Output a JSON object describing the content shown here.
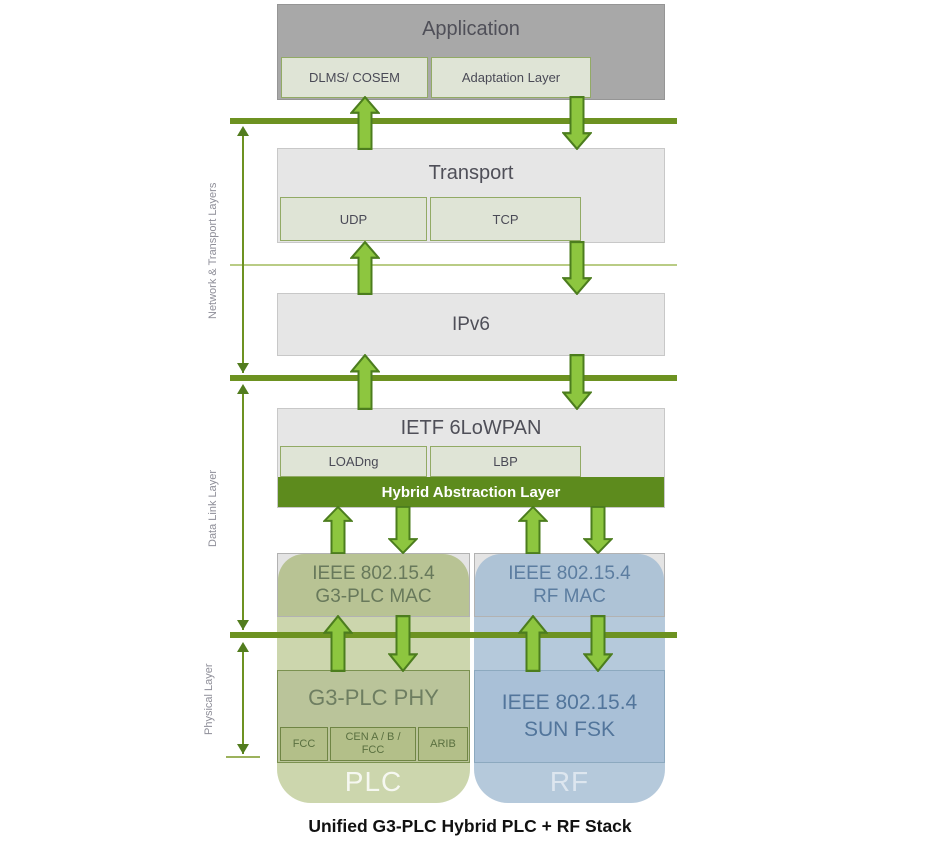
{
  "caption": "Unified G3-PLC Hybrid PLC + RF Stack",
  "colors": {
    "separator_line": "#6d9221",
    "arrow_fill": "#8dc63f",
    "arrow_stroke": "#4c7d1e",
    "hybrid_bar": "#5d8b1d",
    "plc_panel": "#ccd6ad",
    "rf_panel": "#b5c9db"
  },
  "side_labels": {
    "network_transport": "Network & Transport Layers",
    "data_link": "Data Link Layer",
    "physical": "Physical Layer"
  },
  "stack": {
    "application": {
      "title": "Application",
      "sub1": "DLMS/ COSEM",
      "sub2": "Adaptation Layer"
    },
    "transport": {
      "title": "Transport",
      "sub1": "UDP",
      "sub2": "TCP"
    },
    "ipv6": {
      "title": "IPv6"
    },
    "lowpan": {
      "title": "IETF 6LoWPAN",
      "sub1": "LOADng",
      "sub2": "LBP",
      "hal": "Hybrid Abstraction Layer"
    },
    "mac": {
      "plc_line1": "IEEE 802.15.4",
      "plc_line2": "G3-PLC MAC",
      "rf_line1": "IEEE 802.15.4",
      "rf_line2": "RF MAC"
    },
    "phy": {
      "plc_title": "G3-PLC PHY",
      "plc_sub1": "FCC",
      "plc_sub2": "CEN A / B / FCC",
      "plc_sub3": "ARIB",
      "rf_line1": "IEEE 802.15.4",
      "rf_line2": "SUN FSK"
    },
    "panels": {
      "plc": "PLC",
      "rf": "RF"
    }
  }
}
